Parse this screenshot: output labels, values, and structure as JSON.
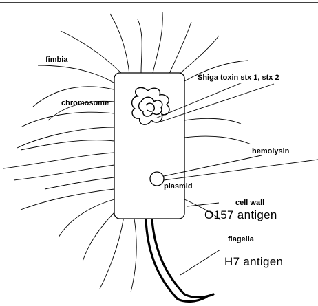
{
  "labels": {
    "fimbria": "fimbia",
    "chromosome": "chromosome",
    "shiga_toxin": "Shiga toxin  stx 1, stx 2",
    "hemolysin": "hemolysin",
    "plasmid": "plasmid",
    "cell_wall": "cell wall",
    "o_antigen": "O157 antigen",
    "flagella": "flagella",
    "h_antigen": "H7 antigen"
  },
  "colors": {
    "stroke": "#000000",
    "background": "#ffffff"
  }
}
